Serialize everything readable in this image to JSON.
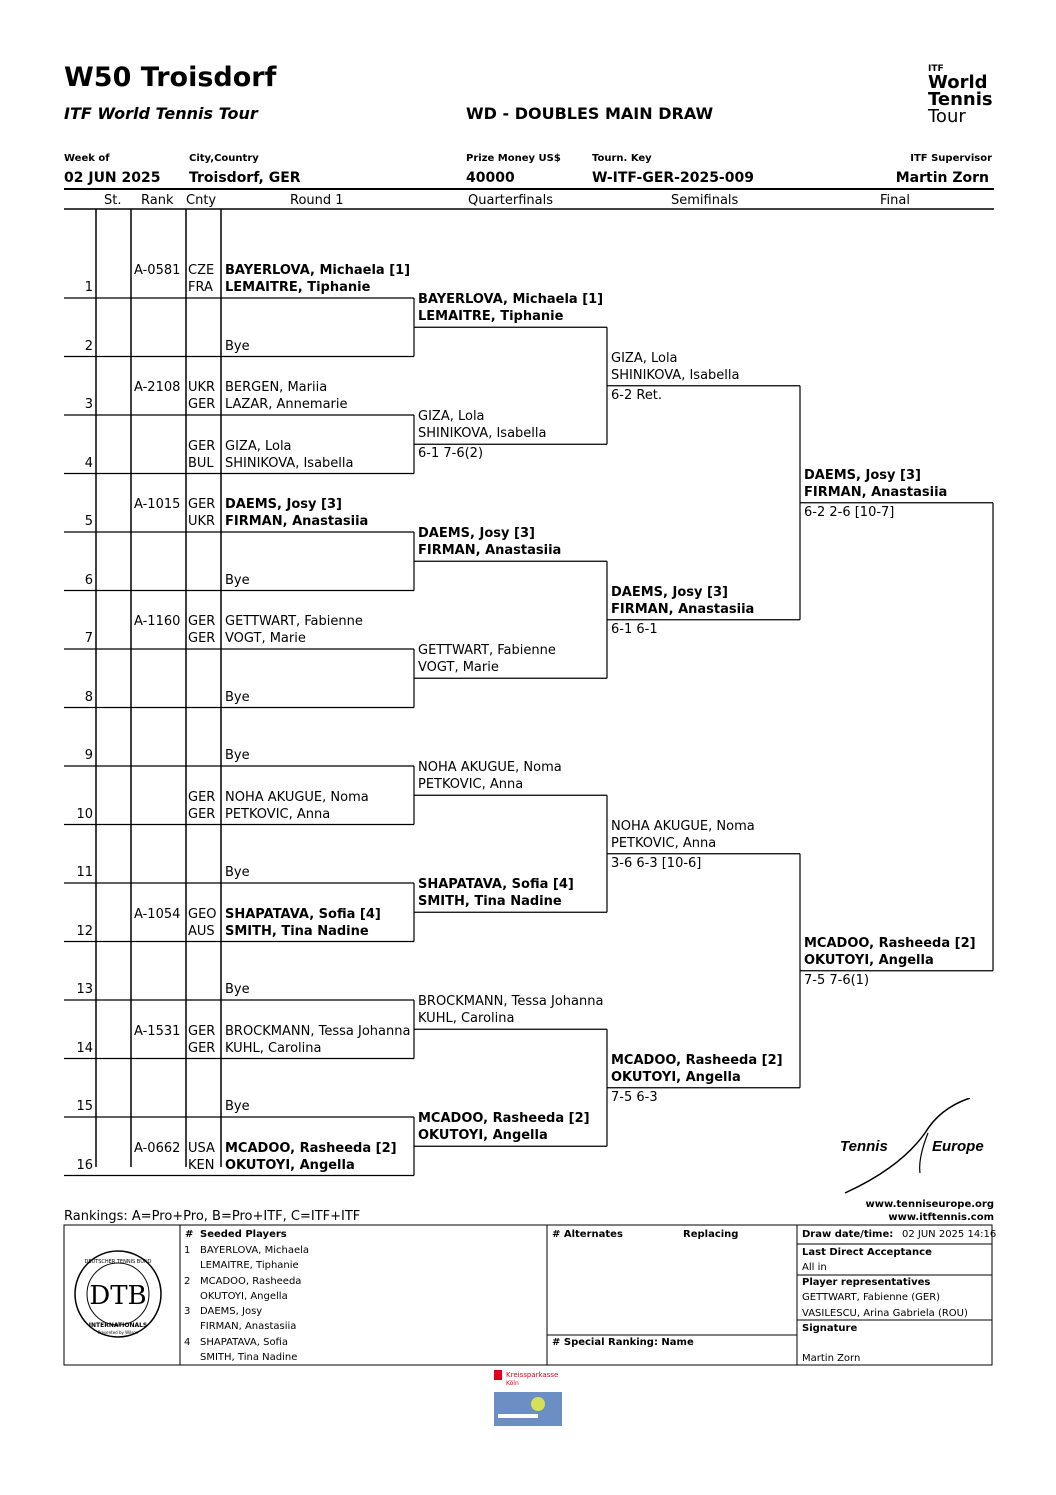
{
  "header": {
    "title": "W50 Troisdorf",
    "subtitle": "ITF World Tennis Tour",
    "draw_name": "WD - DOUBLES MAIN DRAW",
    "logo_text": [
      "ITF",
      "World",
      "Tennis",
      "Tour"
    ]
  },
  "info": {
    "week_label": "Week of",
    "week_value": "02 JUN 2025",
    "city_label": "City,Country",
    "city_value": "Troisdorf, GER",
    "prize_label": "Prize Money US$",
    "prize_value": "40000",
    "key_label": "Tourn. Key",
    "key_value": "W-ITF-GER-2025-009",
    "supervisor_label": "ITF Supervisor",
    "supervisor_value": "Martin Zorn"
  },
  "columns": {
    "st": "St.",
    "rank": "Rank",
    "cnty": "Cnty",
    "r1": "Round 1",
    "qf": "Quarterfinals",
    "sf": "Semifinals",
    "final": "Final"
  },
  "round1": [
    {
      "num": "1",
      "rank": "A-0581",
      "c1": "CZE",
      "c2": "FRA",
      "p1": "BAYERLOVA, Michaela [1]",
      "p2": "LEMAITRE, Tiphanie",
      "bold": true
    },
    {
      "num": "2",
      "rank": "",
      "c1": "",
      "c2": "",
      "p1": "",
      "p2": "Bye",
      "bold": false
    },
    {
      "num": "3",
      "rank": "A-2108",
      "c1": "UKR",
      "c2": "GER",
      "p1": "BERGEN, Mariia",
      "p2": "LAZAR, Annemarie",
      "bold": false
    },
    {
      "num": "4",
      "rank": "",
      "c1": "GER",
      "c2": "BUL",
      "p1": "GIZA, Lola",
      "p2": "SHINIKOVA, Isabella",
      "bold": false
    },
    {
      "num": "5",
      "rank": "A-1015",
      "c1": "GER",
      "c2": "UKR",
      "p1": "DAEMS, Josy [3]",
      "p2": "FIRMAN, Anastasiia",
      "bold": true
    },
    {
      "num": "6",
      "rank": "",
      "c1": "",
      "c2": "",
      "p1": "",
      "p2": "Bye",
      "bold": false
    },
    {
      "num": "7",
      "rank": "A-1160",
      "c1": "GER",
      "c2": "GER",
      "p1": "GETTWART, Fabienne",
      "p2": "VOGT, Marie",
      "bold": false
    },
    {
      "num": "8",
      "rank": "",
      "c1": "",
      "c2": "",
      "p1": "",
      "p2": "Bye",
      "bold": false
    },
    {
      "num": "9",
      "rank": "",
      "c1": "",
      "c2": "",
      "p1": "",
      "p2": "Bye",
      "bold": false
    },
    {
      "num": "10",
      "rank": "",
      "c1": "GER",
      "c2": "GER",
      "p1": "NOHA AKUGUE, Noma",
      "p2": "PETKOVIC, Anna",
      "bold": false
    },
    {
      "num": "11",
      "rank": "",
      "c1": "",
      "c2": "",
      "p1": "",
      "p2": "Bye",
      "bold": false
    },
    {
      "num": "12",
      "rank": "A-1054",
      "c1": "GEO",
      "c2": "AUS",
      "p1": "SHAPATAVA, Sofia [4]",
      "p2": "SMITH, Tina Nadine",
      "bold": true
    },
    {
      "num": "13",
      "rank": "",
      "c1": "",
      "c2": "",
      "p1": "",
      "p2": "Bye",
      "bold": false
    },
    {
      "num": "14",
      "rank": "A-1531",
      "c1": "GER",
      "c2": "GER",
      "p1": "BROCKMANN, Tessa Johanna",
      "p2": "KUHL, Carolina",
      "bold": false
    },
    {
      "num": "15",
      "rank": "",
      "c1": "",
      "c2": "",
      "p1": "",
      "p2": "Bye",
      "bold": false
    },
    {
      "num": "16",
      "rank": "A-0662",
      "c1": "USA",
      "c2": "KEN",
      "p1": "MCADOO, Rasheeda [2]",
      "p2": "OKUTOYI, Angella",
      "bold": true
    }
  ],
  "quarterfinals": [
    {
      "p1": "BAYERLOVA, Michaela [1]",
      "p2": "LEMAITRE, Tiphanie",
      "score": "",
      "bold": true
    },
    {
      "p1": "GIZA, Lola",
      "p2": "SHINIKOVA, Isabella",
      "score": "6-1 7-6(2)",
      "bold": false
    },
    {
      "p1": "DAEMS, Josy [3]",
      "p2": "FIRMAN, Anastasiia",
      "score": "",
      "bold": true
    },
    {
      "p1": "GETTWART, Fabienne",
      "p2": "VOGT, Marie",
      "score": "",
      "bold": false
    },
    {
      "p1": "NOHA AKUGUE, Noma",
      "p2": "PETKOVIC, Anna",
      "score": "",
      "bold": false
    },
    {
      "p1": "SHAPATAVA, Sofia [4]",
      "p2": "SMITH, Tina Nadine",
      "score": "",
      "bold": true
    },
    {
      "p1": "BROCKMANN, Tessa Johanna",
      "p2": "KUHL, Carolina",
      "score": "",
      "bold": false
    },
    {
      "p1": "MCADOO, Rasheeda [2]",
      "p2": "OKUTOYI, Angella",
      "score": "",
      "bold": true
    }
  ],
  "semifinals": [
    {
      "p1": "GIZA, Lola",
      "p2": "SHINIKOVA, Isabella",
      "score": "6-2 Ret.",
      "bold": false
    },
    {
      "p1": "DAEMS, Josy [3]",
      "p2": "FIRMAN, Anastasiia",
      "score": "6-1 6-1",
      "bold": true
    },
    {
      "p1": "NOHA AKUGUE, Noma",
      "p2": "PETKOVIC, Anna",
      "score": "3-6 6-3 [10-6]",
      "bold": false
    },
    {
      "p1": "MCADOO, Rasheeda [2]",
      "p2": "OKUTOYI, Angella",
      "score": "7-5 6-3",
      "bold": true
    }
  ],
  "final": [
    {
      "p1": "DAEMS, Josy [3]",
      "p2": "FIRMAN, Anastasiia",
      "score": "6-2 2-6 [10-7]",
      "bold": true
    },
    {
      "p1": "MCADOO, Rasheeda [2]",
      "p2": "OKUTOYI, Angella",
      "score": "7-5 7-6(1)",
      "bold": true
    }
  ],
  "footer": {
    "rankings_note": "Rankings: A=Pro+Pro, B=Pro+ITF, C=ITF+ITF",
    "url1": "www.tenniseurope.org",
    "url2": "www.itftennis.com",
    "tennis_europe_logo": [
      "Tennis",
      "Europe"
    ],
    "seeded_hdr_num": "#",
    "seeded_hdr": "Seeded Players",
    "seeded": [
      {
        "n": "1",
        "a": "BAYERLOVA, Michaela",
        "b": "LEMAITRE, Tiphanie"
      },
      {
        "n": "2",
        "a": "MCADOO, Rasheeda",
        "b": "OKUTOYI, Angella"
      },
      {
        "n": "3",
        "a": "DAEMS, Josy",
        "b": "FIRMAN, Anastasiia"
      },
      {
        "n": "4",
        "a": "SHAPATAVA, Sofia",
        "b": "SMITH, Tina Nadine"
      }
    ],
    "alternates_hdr": "# Alternates",
    "replacing_hdr": "Replacing",
    "special_ranking_hdr": "# Special Ranking: Name",
    "draw_date_label": "Draw date/time:",
    "draw_date_value": "02 JUN 2025 14:16",
    "lda_label": "Last Direct Acceptance",
    "lda_value": "All in",
    "reps_label": "Player representatives",
    "rep1": "GETTWART, Fabienne (GER)",
    "rep2": "VASILESCU, Arina Gabriela (ROU)",
    "signature_label": "Signature",
    "signature_value": "Martin Zorn",
    "dtb_logo": [
      "DTB",
      "DEUTSCHER TENNIS BUND",
      "INTERNATIONALS",
      "Presented by Wilson"
    ],
    "sponsor_logo": [
      "Kreissparkasse",
      "Köln"
    ]
  }
}
